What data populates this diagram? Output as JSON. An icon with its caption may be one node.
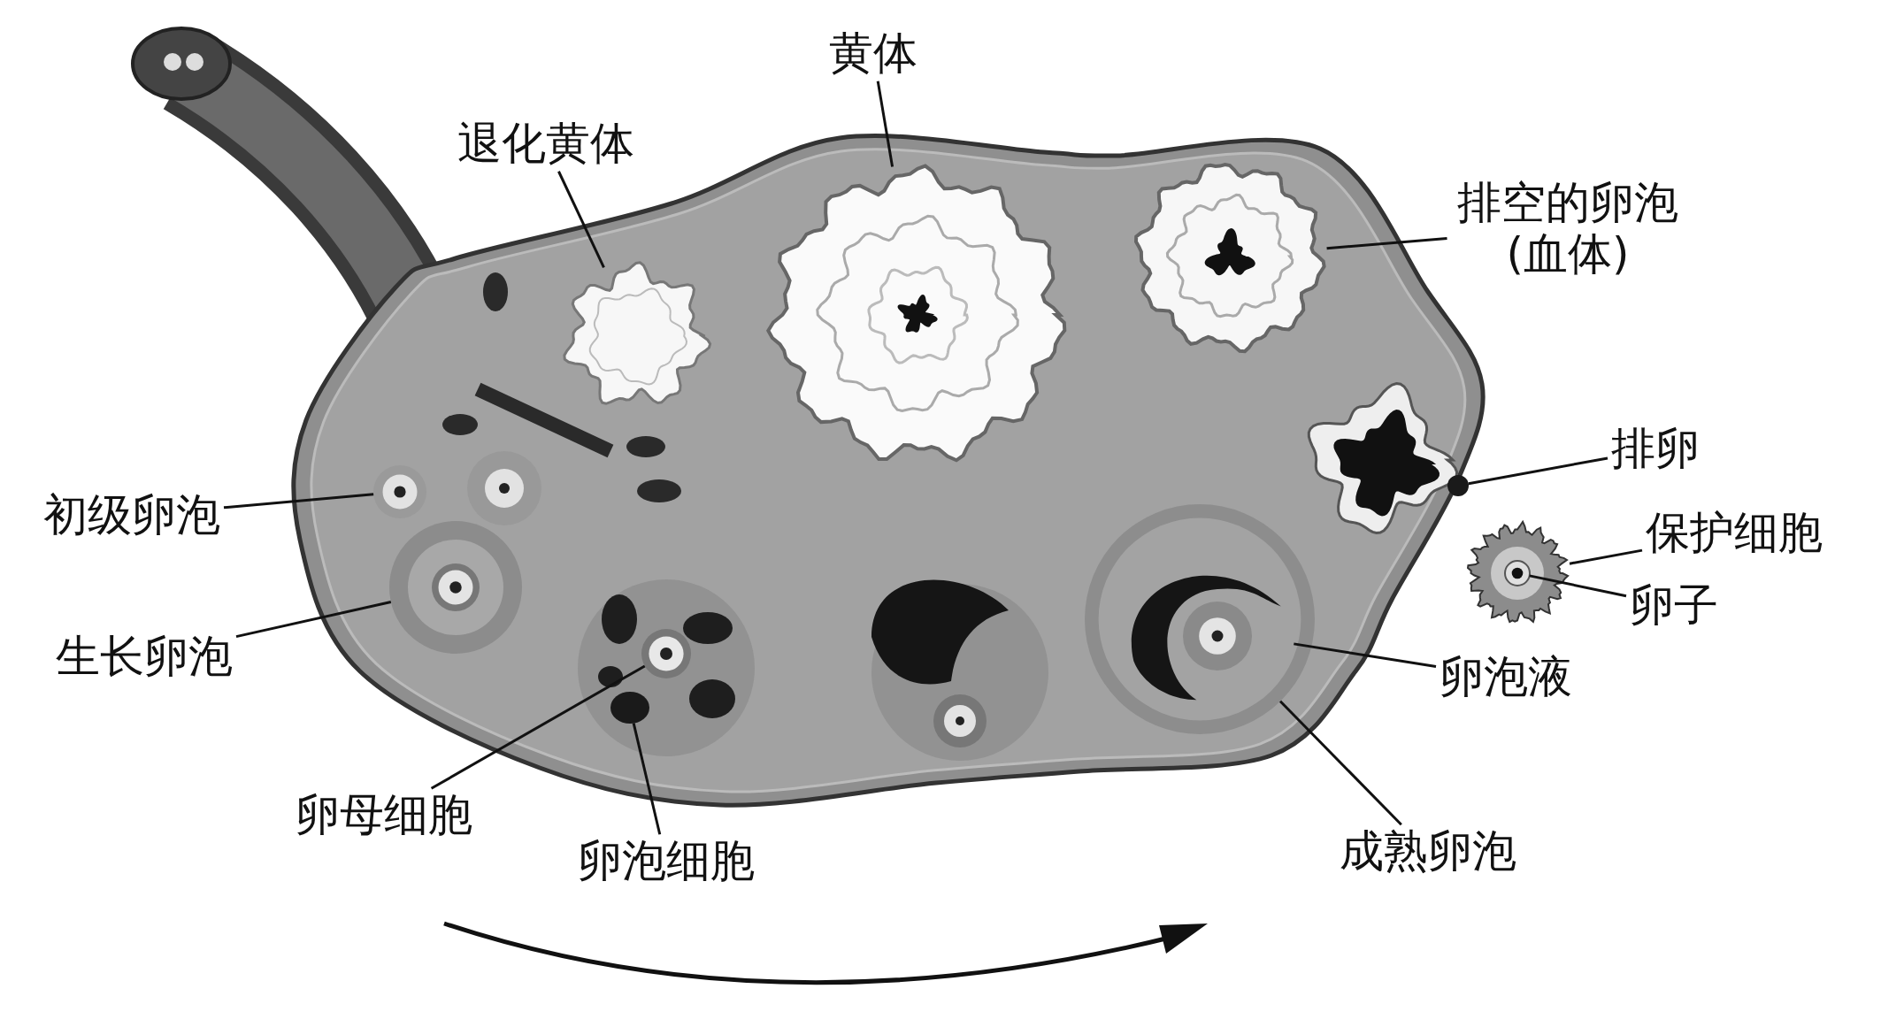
{
  "diagram": {
    "nodes": [
      {
        "text": [
          "黄体"
        ]
      },
      {
        "text": [
          "退化黄体"
        ]
      },
      {
        "text": [
          "排空的卵泡(血体)"
        ]
      },
      {
        "text": [
          "排卵"
        ]
      },
      {
        "text": [
          "初级卵泡"
        ]
      },
      {
        "text": [
          "保护细胞"
        ]
      },
      {
        "text": [
          "卵子"
        ]
      },
      {
        "text": [
          "生长卵泡"
        ]
      },
      {
        "text": [
          "卵泡液"
        ]
      },
      {
        "text": [
          "卵母细胞"
        ]
      },
      {
        "text": [
          "成熟卵泡"
        ]
      },
      {
        "text": [
          "卵泡细胞"
        ]
      },
      {
        "text": [],
        "shape": "picture"
      },
      {
        "text": [],
        "shape": "picture"
      },
      {
        "text": [],
        "shape": "circle"
      },
      {
        "text": [],
        "shape": "picture"
      },
      {
        "text": [],
        "shape": "picture"
      },
      {
        "text": [],
        "shape": "picture"
      },
      {
        "text": [],
        "shape": "picture"
      },
      {
        "text": [],
        "shape": "picture",
        "in": 18
      },
      {
        "text": [],
        "shape": "picture"
      },
      {
        "text": [],
        "shape": "circle"
      },
      {
        "text": [],
        "shape": "picture"
      },
      {
        "text": [],
        "shape": "picture",
        "in": 22
      }
    ],
    "edges": [
      {
        "from": 0,
        "to": 17,
        "arrow": "none"
      },
      {
        "from": 1,
        "to": 15,
        "arrow": "none"
      },
      {
        "from": 2,
        "to": 20,
        "arrow": "none"
      },
      {
        "from": 3,
        "to": 21,
        "arrow": "none"
      },
      {
        "from": 4,
        "to": 12,
        "arrow": "none"
      },
      {
        "from": 5,
        "to": 22,
        "arrow": "none"
      },
      {
        "from": 6,
        "to": 23,
        "arrow": "none"
      },
      {
        "from": 7,
        "to": 13,
        "arrow": "none"
      },
      {
        "from": 8,
        "to": 19,
        "arrow": "none"
      },
      {
        "from": 9,
        "to": 16,
        "arrow": "none"
      },
      {
        "from": 10,
        "to": 18,
        "arrow": "none"
      },
      {
        "from": 11,
        "to": 14,
        "arrow": "none"
      }
    ]
  }
}
